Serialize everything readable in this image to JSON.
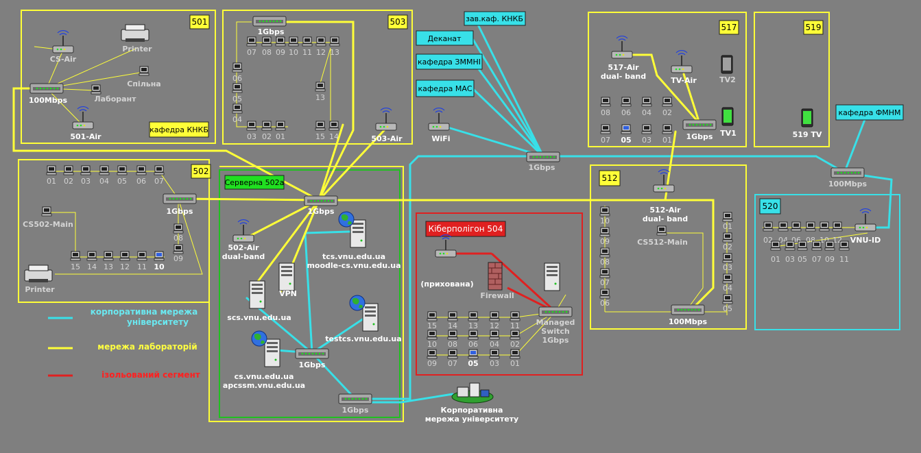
{
  "colors": {
    "background": "#7f7f7f",
    "corporate": "#38e0e8",
    "labs": "#ffff38",
    "isolated": "#e02020",
    "server_room": "#20c020",
    "label_white": "#ffffff",
    "label_gray": "#d4d4d4",
    "legend_cyan": "#6ae8f0",
    "legend_yellow": "#ffff40",
    "legend_red": "#ff2020"
  },
  "rooms": {
    "r501": {
      "label": "501",
      "caption": "кафедра КНКБ"
    },
    "r503": {
      "label": "503"
    },
    "r502": {
      "label": "502"
    },
    "r517": {
      "label": "517"
    },
    "r519": {
      "label": "519"
    },
    "r512": {
      "label": "512"
    },
    "r520": {
      "label": "520"
    },
    "server": {
      "caption": "Серверна 502а"
    },
    "cyber": {
      "caption": "Кіберполігон 504"
    }
  },
  "tags": {
    "dekanat": "Деканат",
    "zav": "зав.каф. КНКБ",
    "zmmni": "кафедра ЗММНІ",
    "mas": "кафедра МАС",
    "fmnm": "кафедра ФМНМ"
  },
  "labels": {
    "cs_air": "CS-Air",
    "printer501": "Printer",
    "spilna": "Спільна",
    "laborant": "Лаборант",
    "sw501": "100Mbps",
    "air501": "501-Air",
    "sw503": "1Gbps",
    "air503": "503-Air",
    "wifi": "WiFi",
    "sw_center": "1Gbps",
    "sw_fmnm": "100Mbps",
    "air517": "517-Air",
    "air517b": "dual- band",
    "tvair": "TV-Air",
    "tv2": "TV2",
    "tv1": "TV1",
    "sw517": "1Gbps",
    "tv519": "519 TV",
    "sw502": "1Gbps",
    "cs502main": "CS502-Main",
    "printer502": "Printer",
    "sw_srv": "1Gbps",
    "air502": "502-Air",
    "air502b": "dual-band",
    "vpn": "VPN",
    "scs": "scs.vnu.edu.ua",
    "tcs1": "tcs.vnu.edu.ua",
    "tcs2": "moodle-cs.vnu.edu.ua",
    "testcs": "testcs.vnu.edu.ua",
    "cs1": "cs.vnu.edu.ua",
    "cs2": "apcssm.vnu.edu.ua",
    "sw_srv2": "1Gbps",
    "sw_bottom": "1Gbps",
    "corp1": "Корпоративна",
    "corp2": "мережа університету",
    "hidden": "(прихована)",
    "firewall": "Firewall",
    "mgd1": "Managed",
    "mgd2": "Switch",
    "mgd3": "1Gbps",
    "air512": "512-Air",
    "air512b": "dual- band",
    "cs512main": "CS512-Main",
    "sw512": "100Mbps",
    "vnuid": "VNU-ID"
  },
  "legend": {
    "corp1": "корпоративна мережа",
    "corp2": "університету",
    "labs": "мережа лабораторій",
    "isolated": "ізольований сегмент"
  },
  "pcs": {
    "r503_top": [
      "07",
      "08",
      "09",
      "10",
      "11",
      "12",
      "13"
    ],
    "r503_left": [
      "06",
      "05",
      "04"
    ],
    "r503_bottom": [
      "03",
      "02",
      "01"
    ],
    "r503_right": [
      "13",
      "15",
      "14"
    ],
    "r502_top": [
      "01",
      "02",
      "03",
      "04",
      "05",
      "06",
      "07"
    ],
    "r502_bottom": [
      "15",
      "14",
      "13",
      "12",
      "11",
      "10"
    ],
    "r502_right": [
      "08",
      "09"
    ],
    "r504_row1": [
      "15",
      "14",
      "13",
      "12",
      "11"
    ],
    "r504_row2": [
      "10",
      "08",
      "06",
      "04",
      "02"
    ],
    "r504_row3": [
      "09",
      "07",
      "05",
      "03",
      "01"
    ],
    "r517_row1": [
      "08",
      "06",
      "04",
      "02"
    ],
    "r517_row2": [
      "07",
      "05",
      "03",
      "01"
    ],
    "r512_left": [
      "10",
      "09",
      "08",
      "07",
      "06"
    ],
    "r512_right": [
      "01",
      "02",
      "03",
      "04",
      "05"
    ],
    "r520_top": [
      "02",
      "04",
      "06",
      "08",
      "10",
      "12"
    ],
    "r520_bottom": [
      "01",
      "03",
      "05",
      "07",
      "09",
      "11"
    ]
  }
}
